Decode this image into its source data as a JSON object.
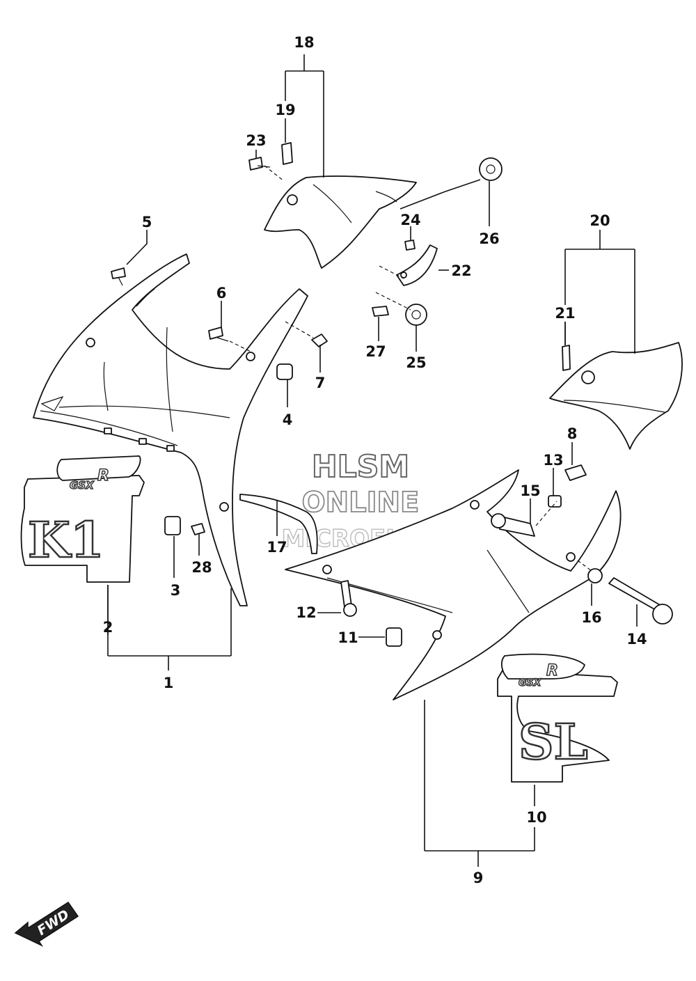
{
  "watermark": {
    "line1": "HLSM",
    "line2": "ONLINE",
    "line3": "MICROFICHE"
  },
  "callouts": [
    "1",
    "2",
    "3",
    "4",
    "5",
    "6",
    "7",
    "8",
    "9",
    "10",
    "11",
    "12",
    "13",
    "14",
    "15",
    "16",
    "17",
    "18",
    "19",
    "20",
    "21",
    "22",
    "23",
    "24",
    "25",
    "26",
    "27",
    "28"
  ],
  "decals": {
    "left_brand": "GSX",
    "left_brand_letter": "R",
    "left_model": "K1",
    "right_brand": "GSX",
    "right_brand_letter": "R",
    "right_model": "SL"
  },
  "direction_indicator": "FWD"
}
